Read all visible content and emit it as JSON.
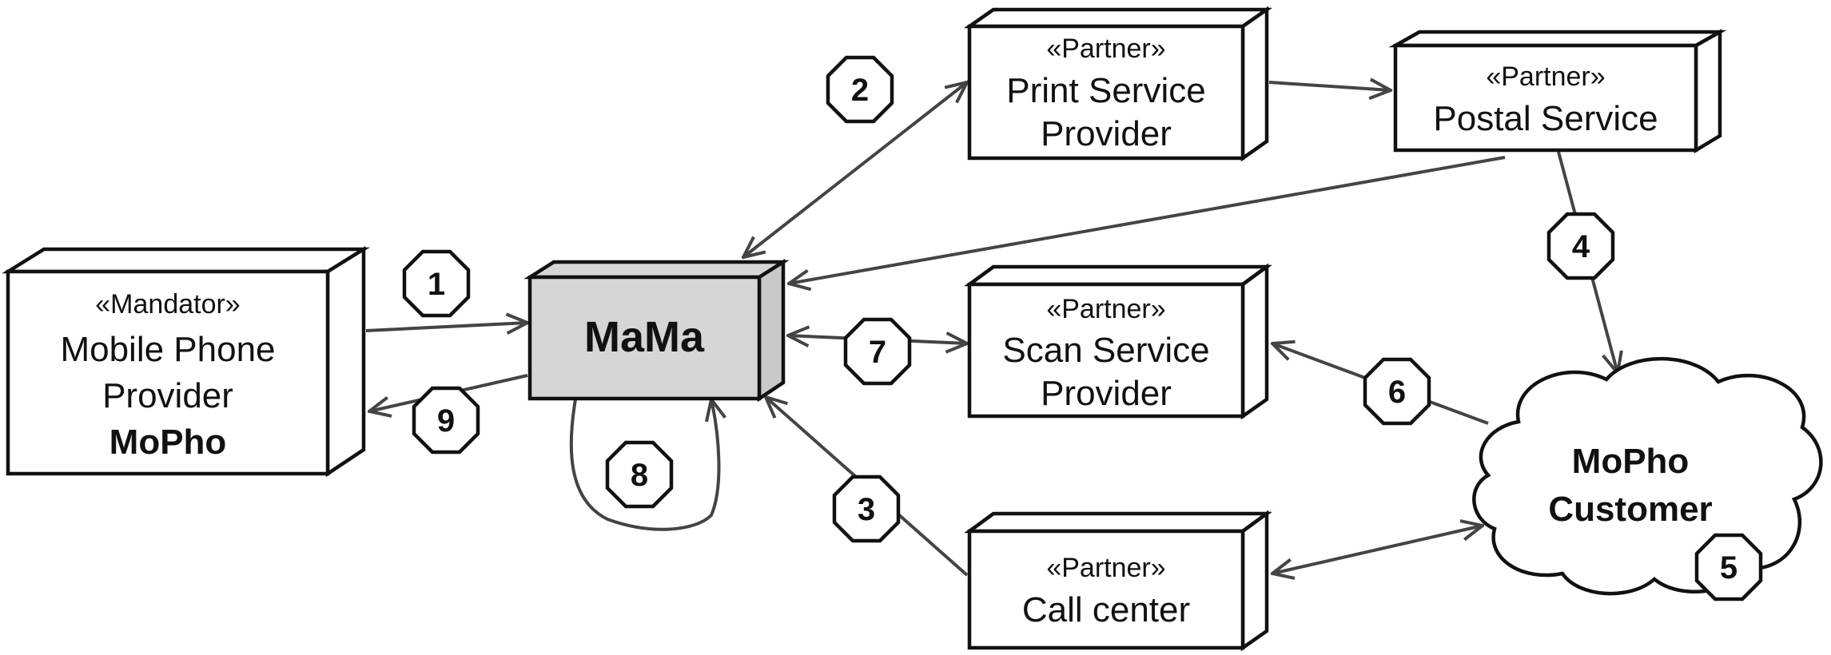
{
  "nodes": {
    "mopho_provider": {
      "stereotype": "«Mandator»",
      "line1": "Mobile Phone",
      "line2": "Provider",
      "line3": "MoPho"
    },
    "mama": {
      "label": "MaMa"
    },
    "print": {
      "stereotype": "«Partner»",
      "line1": "Print Service",
      "line2": "Provider"
    },
    "postal": {
      "stereotype": "«Partner»",
      "line1": "Postal Service"
    },
    "scan": {
      "stereotype": "«Partner»",
      "line1": "Scan Service",
      "line2": "Provider"
    },
    "callcenter": {
      "stereotype": "«Partner»",
      "line1": "Call center"
    },
    "customer": {
      "line1": "MoPho",
      "line2": "Customer"
    }
  },
  "steps": [
    "1",
    "2",
    "3",
    "4",
    "5",
    "6",
    "7",
    "8",
    "9"
  ],
  "colors": {
    "line": "#444444",
    "stroke": "#111111",
    "mama_fill": "#d6d6d6"
  }
}
